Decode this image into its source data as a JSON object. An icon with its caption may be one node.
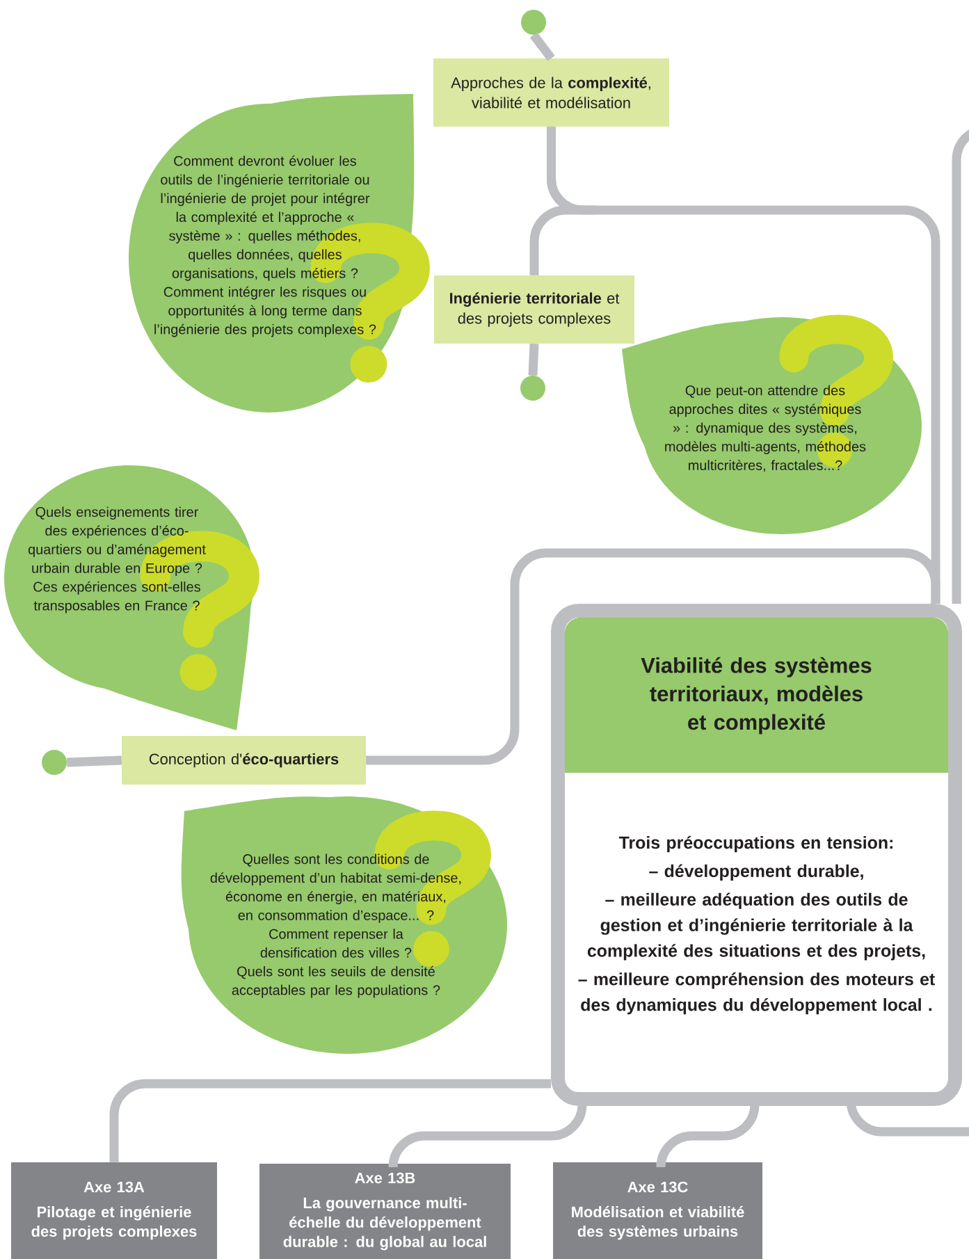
{
  "diagram": {
    "nodes": [
      {
        "text": [],
        "shape": "circle"
      },
      {
        "text": [
          "Approches de la **complexité**, viabilité et modélisation"
        ]
      },
      {
        "text": [
          "Comment devront évoluer les outils de l’ingénierie territoriale ou l’ingénierie de projet pour intégrer la complexité et l’approche « système » : quelles méthodes, quelles données, quelles organisations, quels métiers ?",
          "Comment intégrer les risques ou opportunités à long terme dans l’ingénierie des projets complexes ?"
        ]
      },
      {
        "text": [
          "**Ingénierie territoriale** et des projets complexes"
        ]
      },
      {
        "text": [],
        "shape": "circle"
      },
      {
        "text": [
          "Que peut-on attendre des approches dites « systémiques » : dynamique des systèmes, modèles multi-agents, méthodes multicritères, fractales...?"
        ]
      },
      {
        "text": [
          "Quels enseignements tirer des expériences d’éco-quartiers ou d’aménagement urbain durable en Europe ?",
          "Ces expériences sont-elles transposables en France ?"
        ]
      },
      {
        "text": [],
        "shape": "circle"
      },
      {
        "text": [
          "Conception d'**éco-quartiers**"
        ]
      },
      {
        "text": [
          "Quelles sont les conditions de développement d’un habitat semi-dense, économe en énergie, en matériaux, en consommation d’espace... ?",
          "Comment repenser la densification des villes ?",
          "Quels sont les seuils de densité acceptables par les populations ?"
        ]
      },
      {
        "text": [
          "Viabilité des systèmes territoriaux, modèles et complexité",
          "Trois préoccupations en tension:",
          "– développement durable,",
          "– meilleure adéquation des outils de gestion et d’ingénierie territoriale à la complexité des situations et des projets,",
          "– meilleure compréhension des moteurs et des dynamiques du développement local ."
        ]
      },
      {
        "text": [
          "Axe 13A",
          "Pilotage et ingénierie des projets complexes"
        ]
      },
      {
        "text": [
          "Axe 13B",
          "La gouvernance multi-échelle du développement durable : du global au local"
        ]
      },
      {
        "text": [
          "Axe 13C",
          "Modélisation et viabilité des systèmes urbains"
        ]
      }
    ],
    "edges": [
      {
        "from": 0,
        "to": 1,
        "arrow": "none"
      },
      {
        "from": 1,
        "to": 10,
        "arrow": "none"
      },
      {
        "from": 1,
        "to": 3,
        "arrow": "none"
      },
      {
        "from": 3,
        "to": 4,
        "arrow": "none"
      },
      {
        "from": 8,
        "to": 10,
        "arrow": "none"
      },
      {
        "from": 7,
        "to": 8,
        "arrow": "none"
      },
      {
        "from": 10,
        "to": 11,
        "arrow": "none"
      },
      {
        "from": 10,
        "to": 12,
        "arrow": "none"
      },
      {
        "from": 10,
        "to": 13,
        "arrow": "none"
      },
      {
        "from": null,
        "to": 10,
        "arrow": "none"
      },
      {
        "from": 10,
        "to": null,
        "arrow": "none"
      }
    ]
  }
}
